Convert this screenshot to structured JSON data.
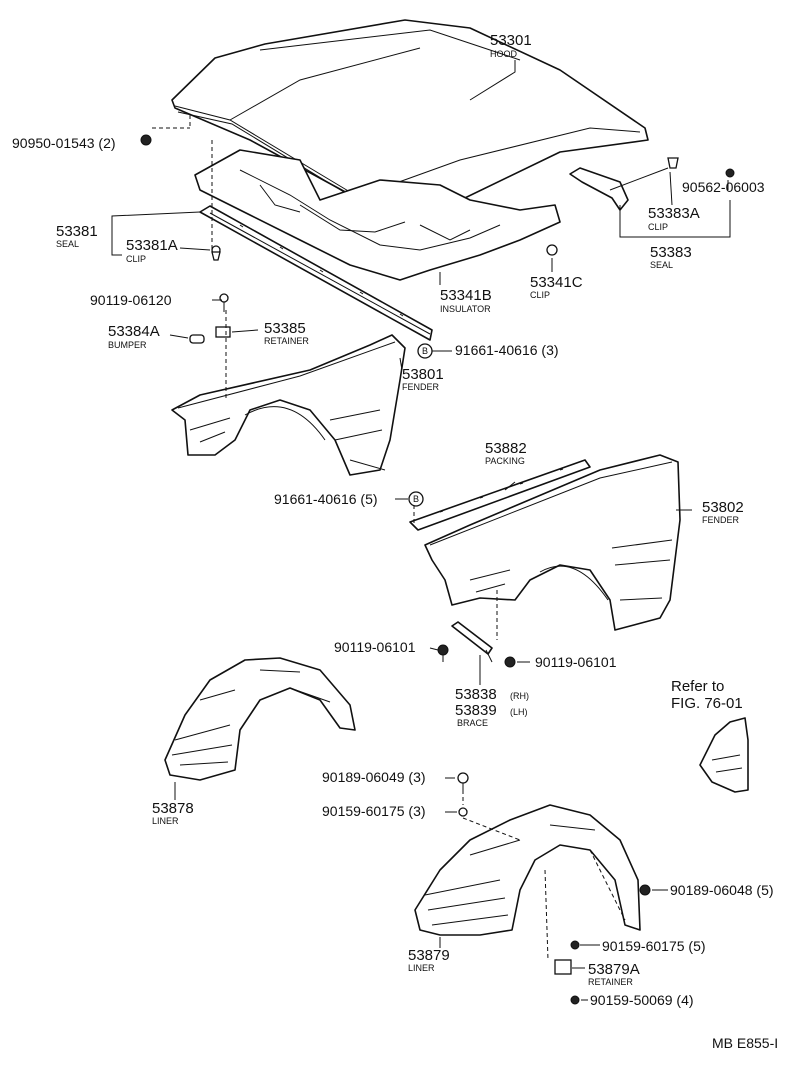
{
  "labels": {
    "hood": {
      "number": "53301",
      "name": "HOOD"
    },
    "hood_cushion": {
      "number": "90950-01543 (2)"
    },
    "seal_group": {
      "number": "53381",
      "name": "SEAL"
    },
    "seal_clip": {
      "number": "53381A",
      "name": "CLIP"
    },
    "bolt_upper": {
      "number": "90119-06120"
    },
    "bumper": {
      "number": "53384A",
      "name": "BUMPER"
    },
    "retainer_upper": {
      "number": "53385",
      "name": "RETAINER"
    },
    "insulator": {
      "number": "53341B",
      "name": "INSULATOR"
    },
    "insulator_clip": {
      "number": "53341C",
      "name": "CLIP"
    },
    "clip_right": {
      "number": "53383A",
      "name": "CLIP"
    },
    "nut_right": {
      "number": "90562-06003"
    },
    "seal_right": {
      "number": "53383",
      "name": "SEAL"
    },
    "rivet_upper": {
      "number": "91661-40616 (3)"
    },
    "fender_left": {
      "number": "53801",
      "name": "FENDER"
    },
    "packing": {
      "number": "53882",
      "name": "PACKING"
    },
    "rivet_lower": {
      "number": "91661-40616 (5)"
    },
    "fender_right": {
      "number": "53802",
      "name": "FENDER"
    },
    "brace_bolt_left": {
      "number": "90119-06101"
    },
    "brace_bolt_right": {
      "number": "90119-06101"
    },
    "brace_rh": {
      "number": "53838",
      "suffix": "(RH)"
    },
    "brace_lh": {
      "number": "53839",
      "suffix": "(LH)"
    },
    "brace_name": {
      "name": "BRACE"
    },
    "refer_line1": {
      "text": "Refer to"
    },
    "refer_line2": {
      "text": "FIG. 76-01"
    },
    "screw_a": {
      "number": "90189-06049 (3)"
    },
    "screw_b": {
      "number": "90159-60175 (3)"
    },
    "liner_left": {
      "number": "53878",
      "name": "LINER"
    },
    "screw_c": {
      "number": "90189-06048 (5)"
    },
    "screw_d": {
      "number": "90159-60175 (5)"
    },
    "liner_right": {
      "number": "53879",
      "name": "LINER"
    },
    "retainer_lower": {
      "number": "53879A",
      "name": "RETAINER"
    },
    "screw_e": {
      "number": "90159-50069 (4)"
    },
    "rivet_mark": {
      "text": "B"
    },
    "drawing_code": {
      "text": "MB E855-I"
    }
  }
}
